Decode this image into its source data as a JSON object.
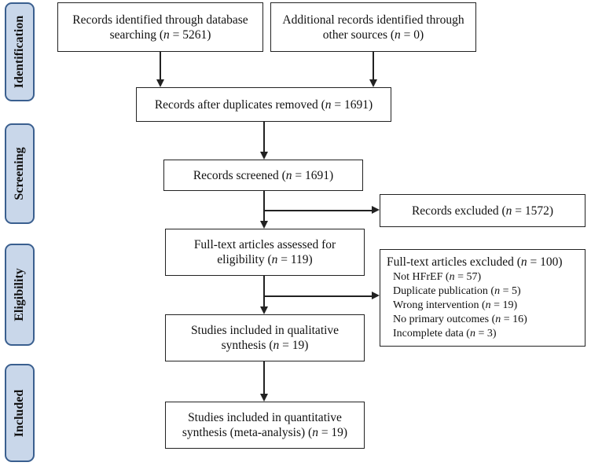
{
  "phases": {
    "identification": "Identification",
    "screening": "Screening",
    "eligibility": "Eligibility",
    "included": "Included"
  },
  "boxes": {
    "db_records": "Records identified through database searching (n = 5261)",
    "other_records": "Additional records identified through other sources (n = 0)",
    "after_duplicates": "Records after duplicates removed (n = 1691)",
    "screened": "Records screened (n = 1691)",
    "excluded": "Records excluded (n = 1572)",
    "fulltext_assessed": "Full-text articles assessed for eligibility (n = 119)",
    "qualitative": "Studies included in qualitative synthesis (n = 19)",
    "quantitative": "Studies included in quantitative synthesis (meta-analysis) (n = 19)"
  },
  "fulltext_excluded": {
    "title": "Full-text articles excluded (n = 100)",
    "reasons": [
      "Not HFrEF (n = 57)",
      "Duplicate publication (n = 5)",
      "Wrong intervention (n = 19)",
      "No primary outcomes (n = 16)",
      "Incomplete data (n = 3)"
    ]
  }
}
